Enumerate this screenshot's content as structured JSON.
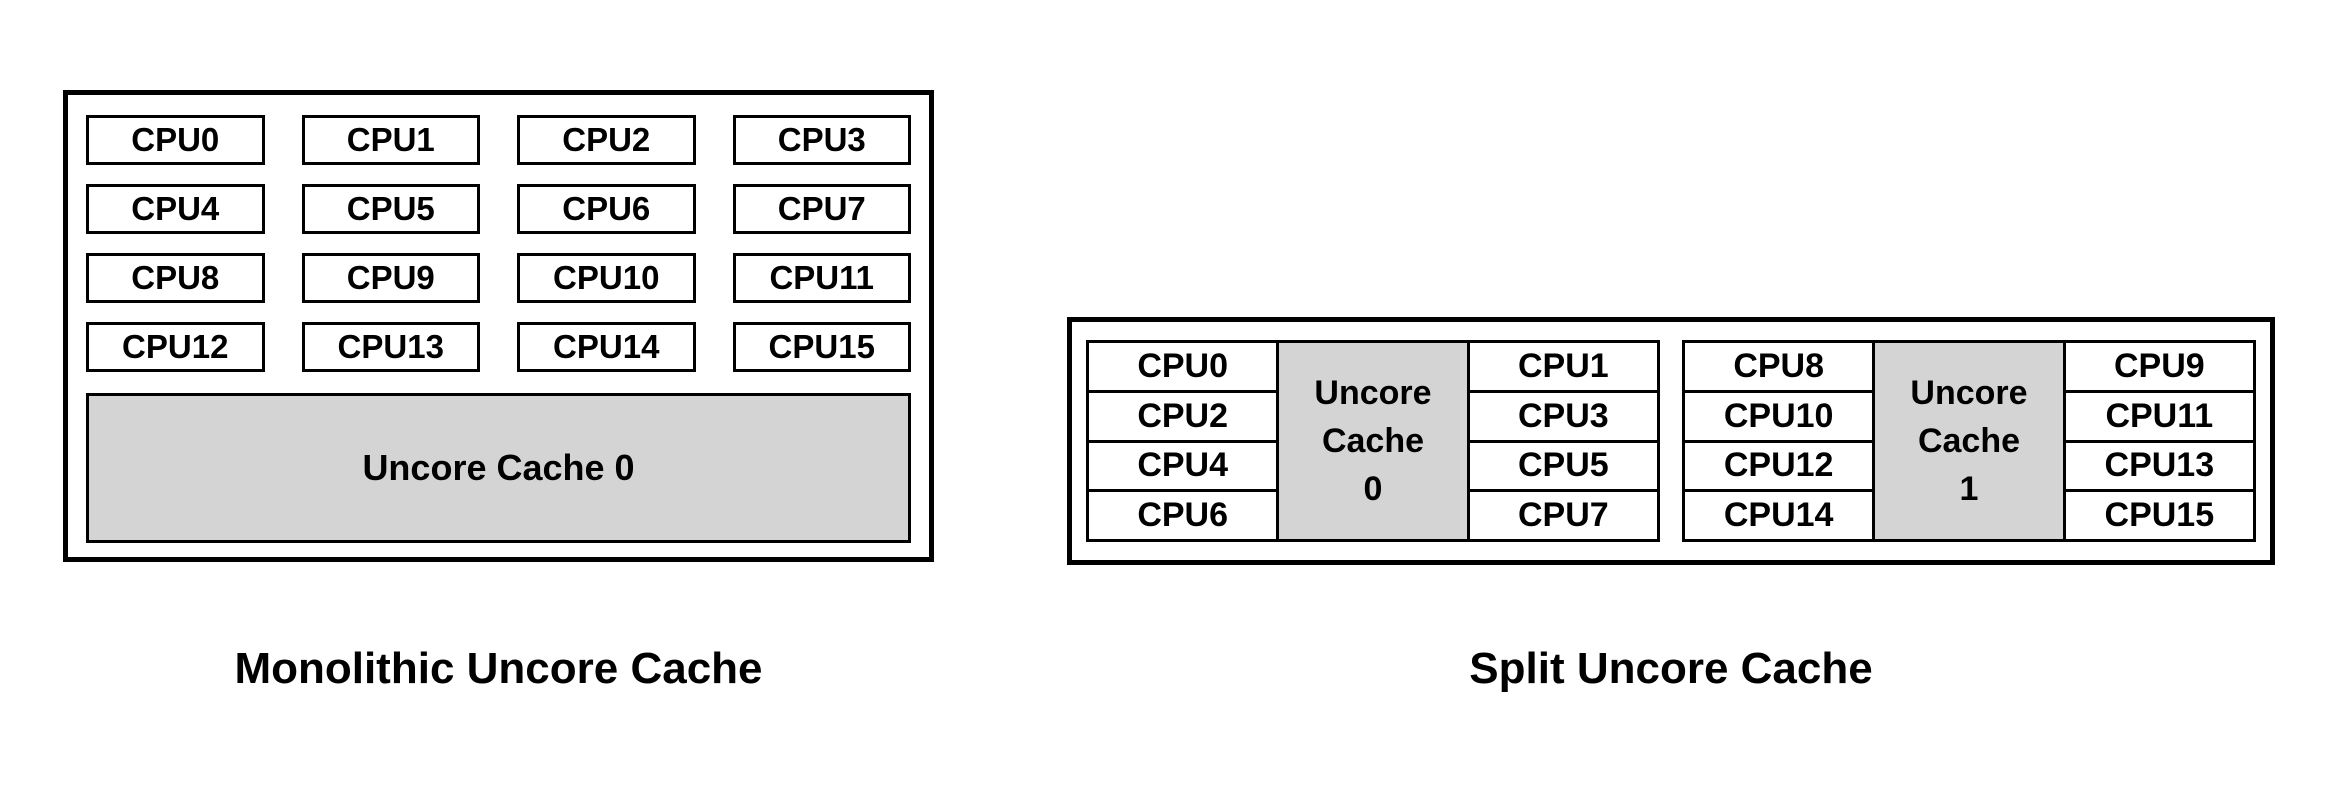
{
  "colors": {
    "background": "#ffffff",
    "border": "#000000",
    "cache_fill": "#d4d4d4",
    "text": "#000000"
  },
  "monolithic": {
    "caption": "Monolithic Uncore Cache",
    "cpus": [
      "CPU0",
      "CPU1",
      "CPU2",
      "CPU3",
      "CPU4",
      "CPU5",
      "CPU6",
      "CPU7",
      "CPU8",
      "CPU9",
      "CPU10",
      "CPU11",
      "CPU12",
      "CPU13",
      "CPU14",
      "CPU15"
    ],
    "cache_label": "Uncore Cache 0"
  },
  "split": {
    "caption": "Split Uncore Cache",
    "clusters": [
      {
        "left_cpus": [
          "CPU0",
          "CPU2",
          "CPU4",
          "CPU6"
        ],
        "cache_label_lines": [
          "Uncore",
          "Cache",
          "0"
        ],
        "right_cpus": [
          "CPU1",
          "CPU3",
          "CPU5",
          "CPU7"
        ]
      },
      {
        "left_cpus": [
          "CPU8",
          "CPU10",
          "CPU12",
          "CPU14"
        ],
        "cache_label_lines": [
          "Uncore",
          "Cache",
          "1"
        ],
        "right_cpus": [
          "CPU9",
          "CPU11",
          "CPU13",
          "CPU15"
        ]
      }
    ]
  }
}
